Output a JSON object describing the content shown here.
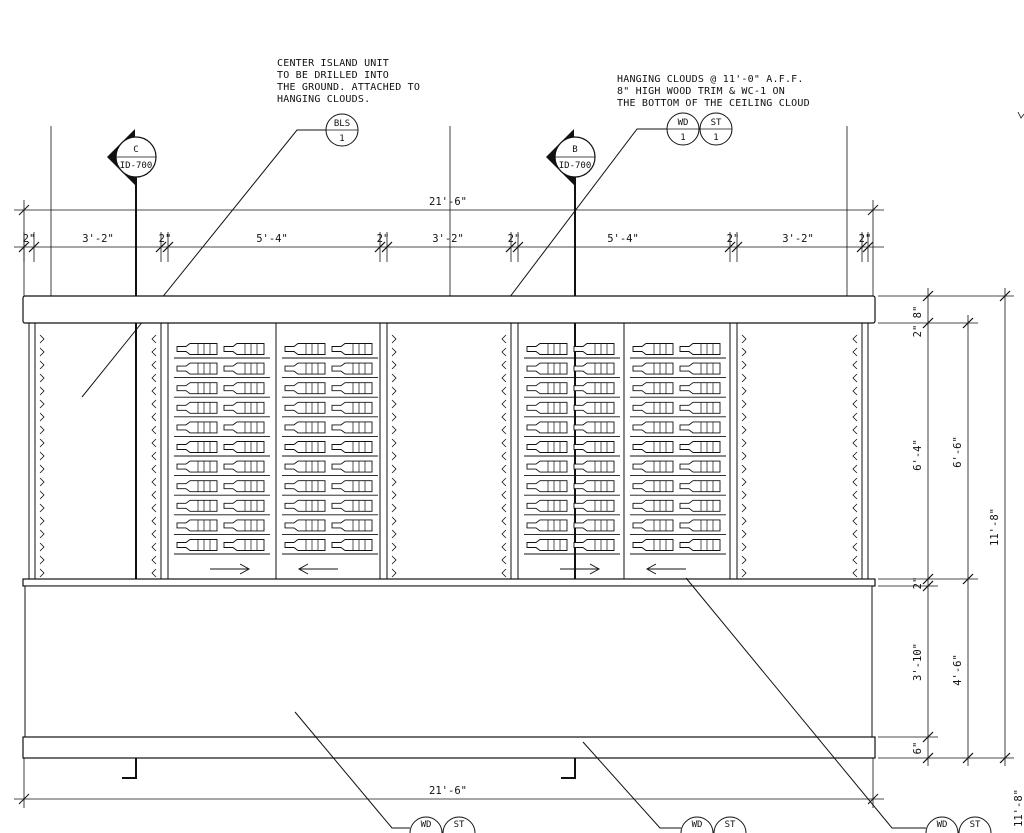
{
  "notes": {
    "island": [
      "CENTER ISLAND UNIT",
      "TO BE DRILLED INTO",
      "THE GROUND. ATTACHED TO",
      "HANGING CLOUDS."
    ],
    "clouds": [
      "HANGING CLOUDS @ 11'-0\" A.F.F.",
      "8\" HIGH WOOD TRIM & WC-1 ON",
      "THE BOTTOM OF THE CEILING CLOUD"
    ]
  },
  "section_markers": [
    {
      "letter": "C",
      "sheet": "ID-700"
    },
    {
      "letter": "B",
      "sheet": "ID-700"
    }
  ],
  "tags": {
    "bls": {
      "top": "BLS",
      "bottom": "1"
    },
    "cloud_wd": {
      "top": "WD",
      "bottom": "1"
    },
    "cloud_st": {
      "top": "ST",
      "bottom": "1"
    },
    "bottom": [
      {
        "left": "WD",
        "right": "ST"
      },
      {
        "left": "WD",
        "right": "ST"
      },
      {
        "left": "WD",
        "right": "ST"
      }
    ]
  },
  "dims": {
    "overall_top": "21'-6\"",
    "overall_bottom": "21'-6\"",
    "segments": [
      "2\"",
      "3'-2\"",
      "2\"",
      "5'-4\"",
      "2\"",
      "3'-2\"",
      "2\"",
      "5'-4\"",
      "2\"",
      "3'-2\"",
      "2\""
    ],
    "vertical": {
      "cloud": "8\"",
      "rack_a": "2\"",
      "rack": "6'-4\"",
      "rack_total": "6'-6\"",
      "counter_top": "2\"",
      "base": "3'-10\"",
      "base_total": "4'-6\"",
      "toe": "6\"",
      "overall": "11'-8\"",
      "overall_cut": "11'-8\""
    }
  }
}
